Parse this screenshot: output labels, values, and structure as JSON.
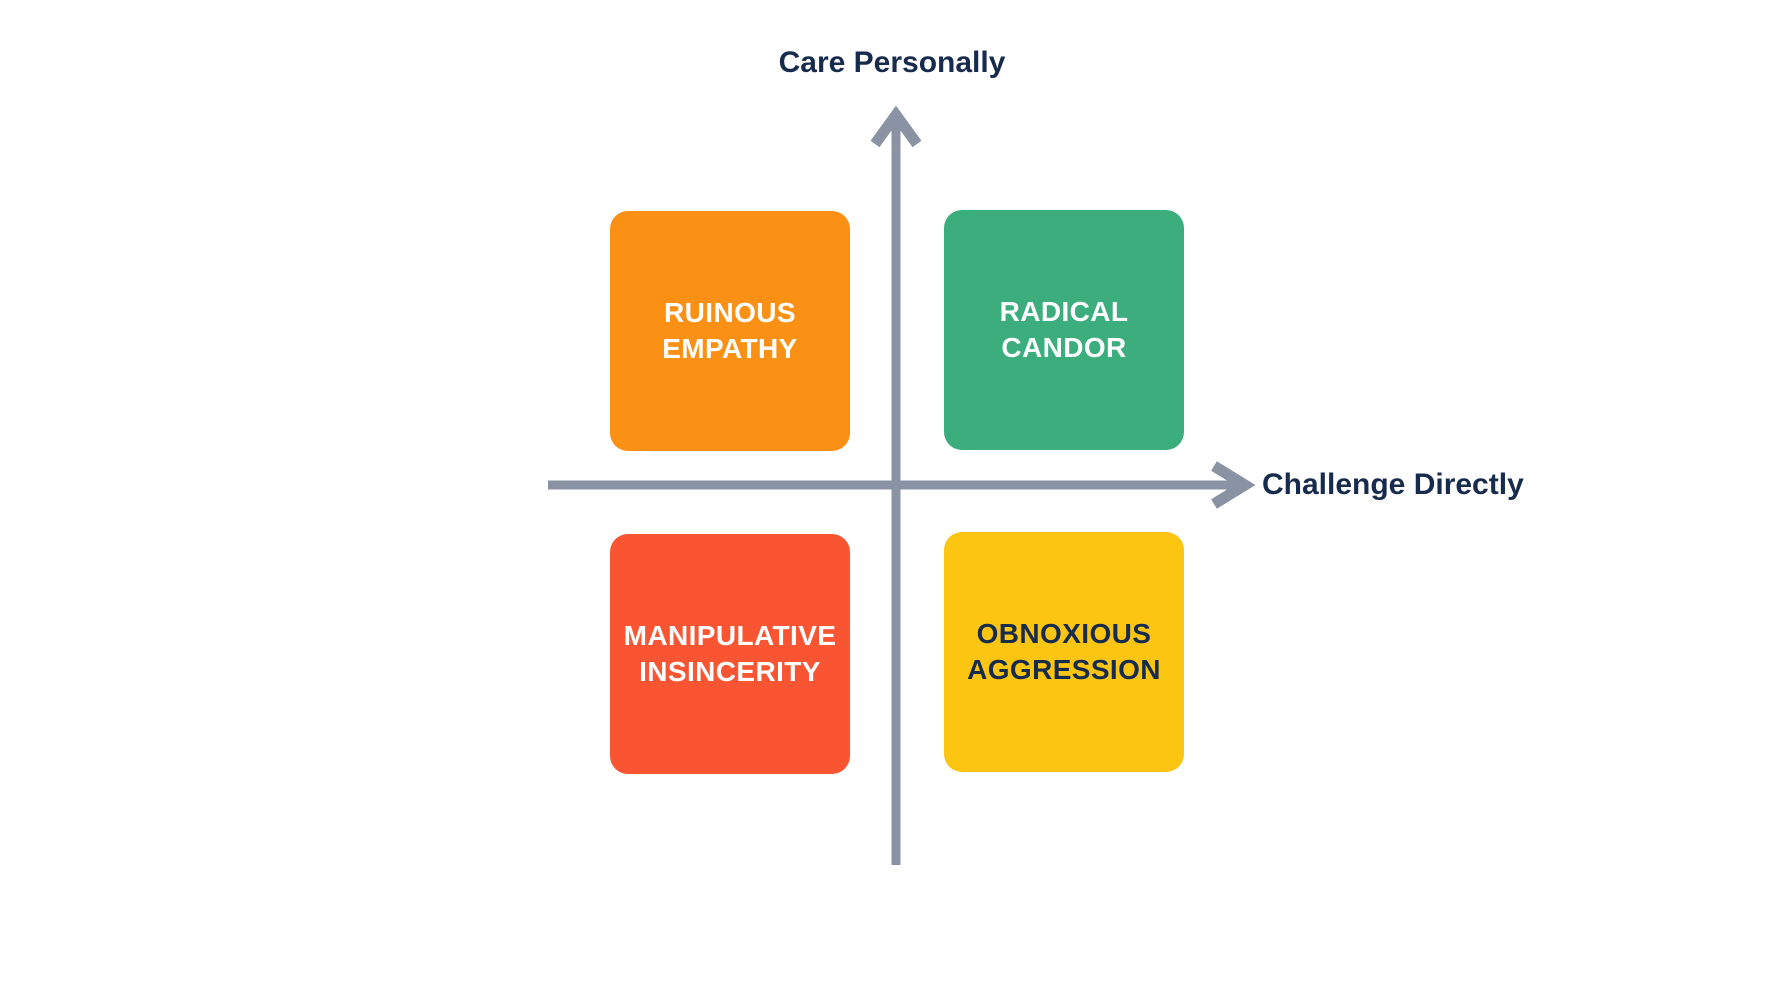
{
  "canvas": {
    "background": "#FFFFFF"
  },
  "axes": {
    "y_label": "Care Personally",
    "x_label": "Challenge Directly",
    "axis_color": "#8993A4",
    "label_color": "#172B4D"
  },
  "quadrants": {
    "ruinous_empathy": {
      "label": "RUINOUS EMPATHY",
      "line1": "RUINOUS",
      "line2": "EMPATHY",
      "background": "#FA9014",
      "text_color": "#FFFFFF",
      "position": "top-left"
    },
    "radical_candor": {
      "label": "RADICAL CANDOR",
      "line1": "RADICAL",
      "line2": "CANDOR",
      "background": "#3CAE7E",
      "text_color": "#FFFFFF",
      "position": "top-right"
    },
    "manipulative_insincerity": {
      "label": "MANIPULATIVE INSINCERITY",
      "line1": "MANIPULATIVE",
      "line2": "INSINCERITY",
      "background": "#F95532",
      "text_color": "#FFFFFF",
      "position": "bottom-left"
    },
    "obnoxious_aggression": {
      "label": "OBNOXIOUS AGGRESSION",
      "line1": "OBNOXIOUS",
      "line2": "AGGRESSION",
      "background": "#FCC512",
      "text_color": "#172B4D",
      "position": "bottom-right"
    }
  }
}
